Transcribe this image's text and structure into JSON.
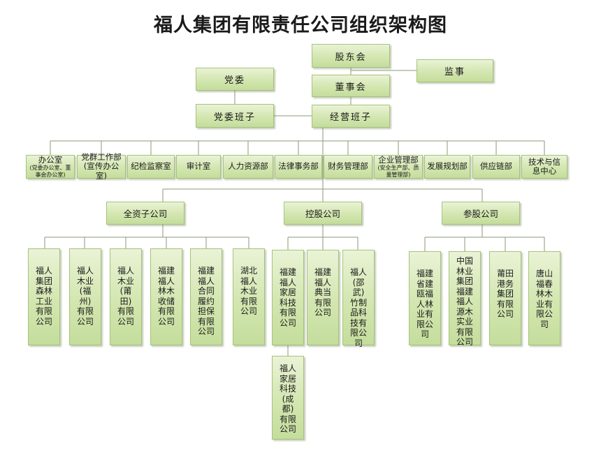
{
  "title": "福人集团有限责任公司组织架构图",
  "governance": {
    "shareholders": "股东会",
    "supervisor": "监事",
    "board": "董事会",
    "management": "经营班子",
    "party_committee": "党委",
    "party_team": "党委班子"
  },
  "departments": [
    {
      "name": "办公室",
      "note": "(党委办公室、董事会办公室)"
    },
    {
      "name": "党群工作部",
      "note": "(宣传办公室)"
    },
    {
      "name": "纪检监察室",
      "note": ""
    },
    {
      "name": "审计室",
      "note": ""
    },
    {
      "name": "人力资源部",
      "note": ""
    },
    {
      "name": "法律事务部",
      "note": ""
    },
    {
      "name": "财务管理部",
      "note": ""
    },
    {
      "name": "企业管理部",
      "note": "(安全生产部、质量管理部)"
    },
    {
      "name": "发展规划部",
      "note": ""
    },
    {
      "name": "供应链部",
      "note": ""
    },
    {
      "name": "技术与信息中心",
      "note": ""
    }
  ],
  "groups": {
    "wholly_owned": "全资子公司",
    "holding": "控股公司",
    "participating": "参股公司"
  },
  "companies": {
    "wholly_owned": [
      "福人集团森林工业有限公司",
      "福人木业(福州)有限公司",
      "福人木业(莆田)有限公司",
      "福建福人林木收储有限公司",
      "福建福人合同履约担保有限公司",
      "湖北福人木业有限公司"
    ],
    "holding": [
      "福建福人家居科技有限公司",
      "福建福人典当有限公司",
      "福人(邵武)竹制品科技有限公司"
    ],
    "holding_sub": "福人家居科技(成都)有限公司",
    "participating": [
      "福建省建瓯福人林业有限公司",
      "中国林业集团福建福人源木实业有限公司",
      "莆田港务集团有限公司",
      "唐山福春林木业有限公司"
    ]
  }
}
